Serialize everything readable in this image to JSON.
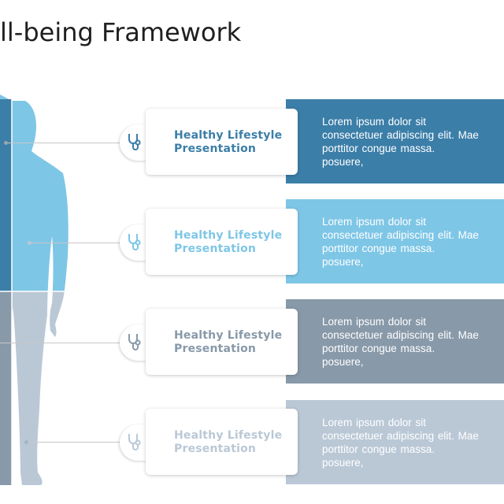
{
  "title": "ll-being Framework",
  "rows": [
    {
      "heading": "Healthy Lifestyle Presentation",
      "body": "Lorem    ipsum    dolor    sit\nconsectetuer adipiscing elit. Mae\nporttitor    congue    massa.\nposuere,",
      "accent": "#3b7ea8",
      "icon": "stethoscope-icon"
    },
    {
      "heading": "Healthy Lifestyle Presentation",
      "body": "Lorem    ipsum    dolor    sit\nconsectetuer adipiscing elit. Mae\nporttitor    congue    massa.\nposuere,",
      "accent": "#7ec6e6",
      "icon": "stethoscope-icon"
    },
    {
      "heading": "Healthy Lifestyle Presentation",
      "body": "Lorem    ipsum    dolor    sit\nconsectetuer adipiscing elit. Mae\nporttitor    congue    massa.\nposuere,",
      "accent": "#8899a9",
      "icon": "stethoscope-icon"
    },
    {
      "heading": "Healthy Lifestyle Presentation",
      "body": "Lorem    ipsum    dolor    sit\nconsectetuer adipiscing elit. Mae\nporttitor    congue    massa.\nposuere,",
      "accent": "#bac8d6",
      "icon": "stethoscope-icon"
    }
  ]
}
